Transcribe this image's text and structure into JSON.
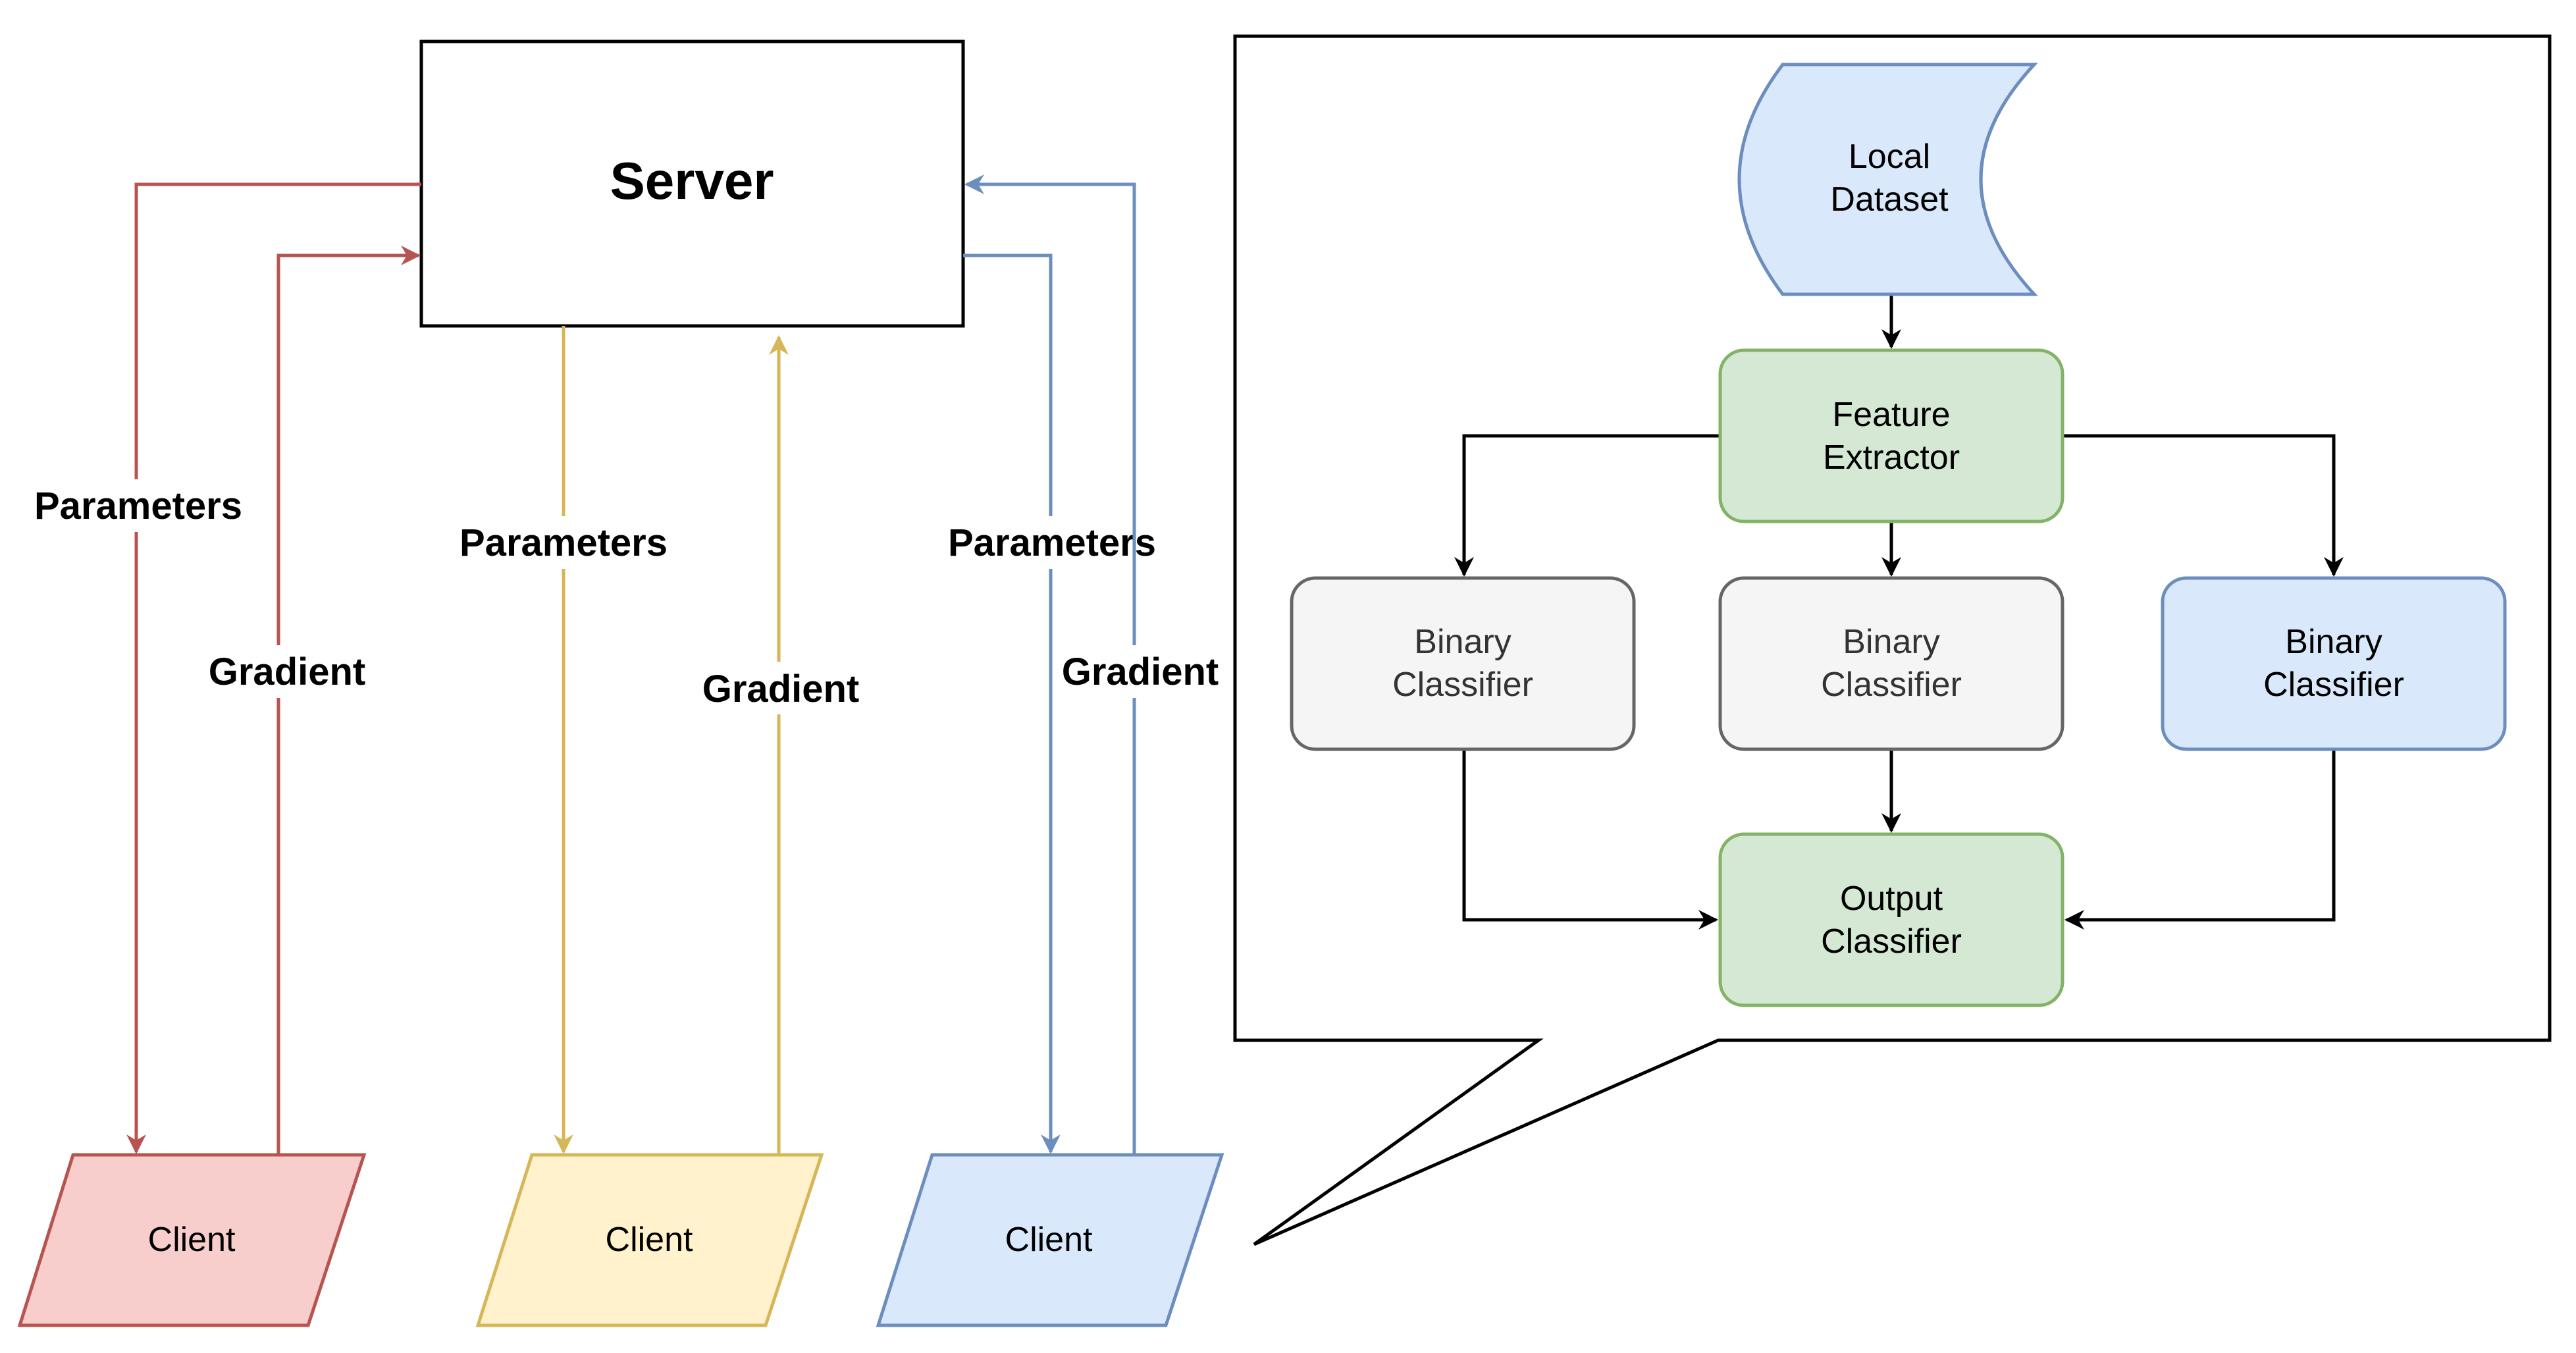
{
  "colors": {
    "red_stroke": "#b85450",
    "red_fill": "#f8cecc",
    "yellow_stroke": "#d6b656",
    "yellow_fill": "#fff2cc",
    "blue_stroke": "#6c8ebf",
    "blue_fill": "#dae8fc",
    "green_stroke": "#82b366",
    "green_fill": "#d5e8d4",
    "gray_stroke": "#666666",
    "gray_fill": "#f5f5f5",
    "gray_text": "#333333"
  },
  "server": {
    "label": "Server"
  },
  "edges": {
    "red_parameters": "Parameters",
    "red_gradient": "Gradient",
    "yellow_parameters": "Parameters",
    "yellow_gradient": "Gradient",
    "blue_parameters": "Parameters",
    "blue_gradient": "Gradient"
  },
  "clients": [
    {
      "label": "Client",
      "color": "red"
    },
    {
      "label": "Client",
      "color": "yellow"
    },
    {
      "label": "Client",
      "color": "blue"
    }
  ],
  "callout": {
    "local_dataset": [
      "Local",
      "Dataset"
    ],
    "feature_extractor": [
      "Feature",
      "Extractor"
    ],
    "binary_classifier_1": [
      "Binary",
      "Classifier"
    ],
    "binary_classifier_2": [
      "Binary",
      "Classifier"
    ],
    "binary_classifier_3": [
      "Binary",
      "Classifier"
    ],
    "output_classifier": [
      "Output",
      "Classifier"
    ]
  }
}
